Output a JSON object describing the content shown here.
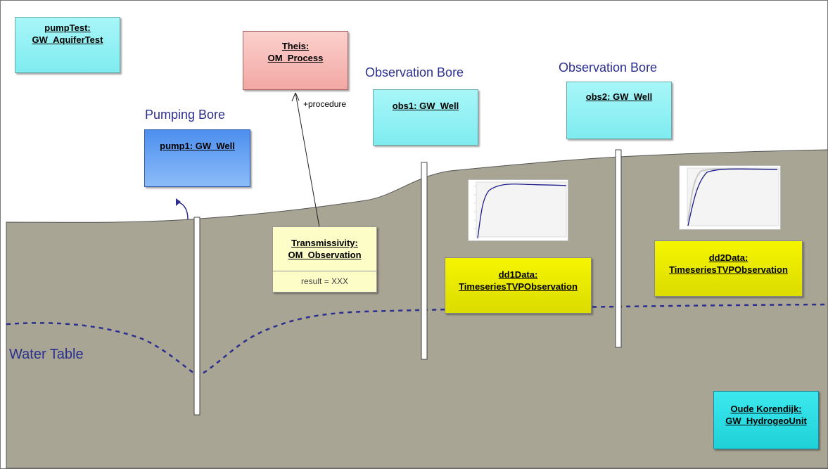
{
  "objects": {
    "pump_test": {
      "line1": "pumpTest:",
      "line2": "GW_AquiferTest"
    },
    "theis": {
      "line1": "Theis:",
      "line2": "OM_Process"
    },
    "pump1": {
      "line1": "pump1: GW_Well"
    },
    "obs1": {
      "line1": "obs1: GW_Well"
    },
    "obs2": {
      "line1": "obs2: GW_Well"
    },
    "transmissivity": {
      "line1": "Transmissivity:",
      "line2": "OM_Observation",
      "attribute": "result = XXX"
    },
    "dd1": {
      "line1": "dd1Data:",
      "line2": "TimeseriesTVPObservation"
    },
    "dd2": {
      "line1": "dd2Data:",
      "line2": "TimeseriesTVPObservation"
    },
    "hydrogeo": {
      "line1": "Oude Korendijk:",
      "line2": "GW_HydrogeoUnit"
    }
  },
  "labels": {
    "pumping_bore": "Pumping Bore",
    "observation_bore_1": "Observation Bore",
    "observation_bore_2": "Observation Bore",
    "water_table": "Water Table",
    "procedure_role": "+procedure"
  },
  "colors": {
    "ground": "#a8a594",
    "water_table": "#2b2f8f",
    "label_text": "#2b2f8f",
    "cyan_object": "#8ef2f4",
    "blue_object": "#5b9cf0",
    "pink_object": "#f6b4b0",
    "yellow_object": "#f0f000",
    "cream_object": "#fdfdc8",
    "hydrogeo_object": "#2ee0e6"
  },
  "icons": [
    "flow-up-arrow-icon",
    "drawdown-chart-icon"
  ]
}
